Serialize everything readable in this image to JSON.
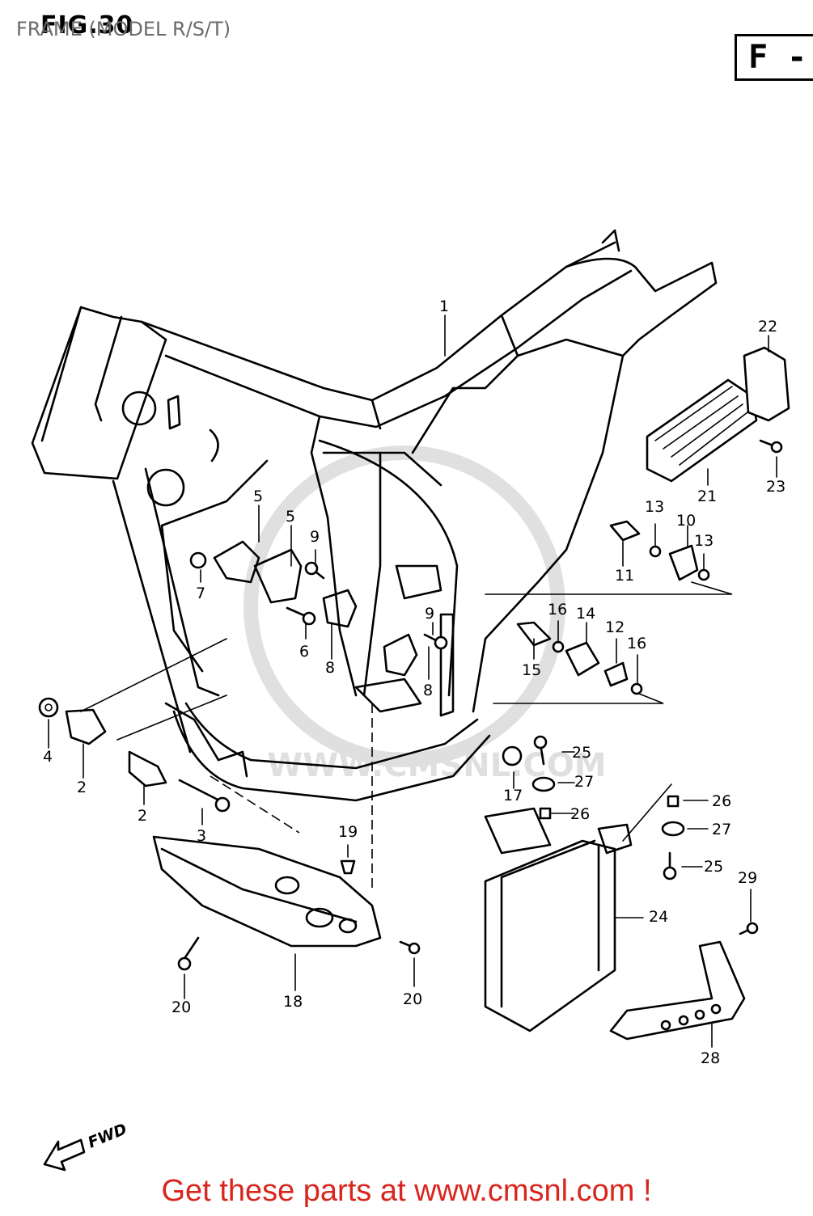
{
  "header": {
    "figure_label": "FIG.30",
    "frame_label": "FRAME (MODEL R/S/T)",
    "page_code": "F -"
  },
  "callouts": [
    "1",
    "2",
    "2",
    "3",
    "4",
    "5",
    "5",
    "6",
    "7",
    "8",
    "8",
    "9",
    "9",
    "10",
    "11",
    "12",
    "13",
    "13",
    "14",
    "15",
    "16",
    "16",
    "17",
    "18",
    "19",
    "20",
    "20",
    "21",
    "22",
    "23",
    "24",
    "25",
    "25",
    "26",
    "26",
    "27",
    "27",
    "28",
    "29"
  ],
  "direction_label": "FWD",
  "promo": {
    "text": "Get these parts at www.cmsnl.com !",
    "color": "#d8261e"
  },
  "watermark": "WWW.CMSNL.COM"
}
